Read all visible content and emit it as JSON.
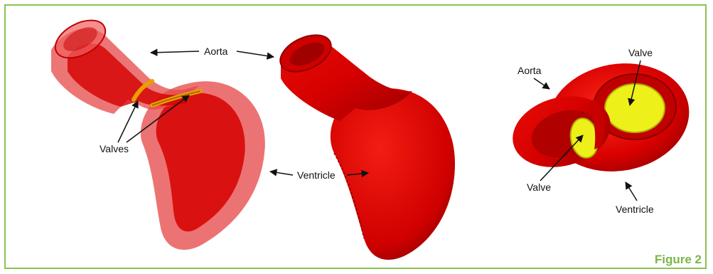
{
  "figure": {
    "label": "Figure 2",
    "border_color": "#8cc152",
    "label_color": "#7ab648"
  },
  "colors": {
    "tissue_red": "#e00000",
    "tissue_dark": "#8f0000",
    "translucent_red": "#e83a3a",
    "valve_yellow": "#eef01a",
    "valve_orange": "#e8a000"
  },
  "annotations": {
    "aorta": "Aorta",
    "ventricle": "Ventricle",
    "valves": "Valves",
    "valve": "Valve"
  }
}
